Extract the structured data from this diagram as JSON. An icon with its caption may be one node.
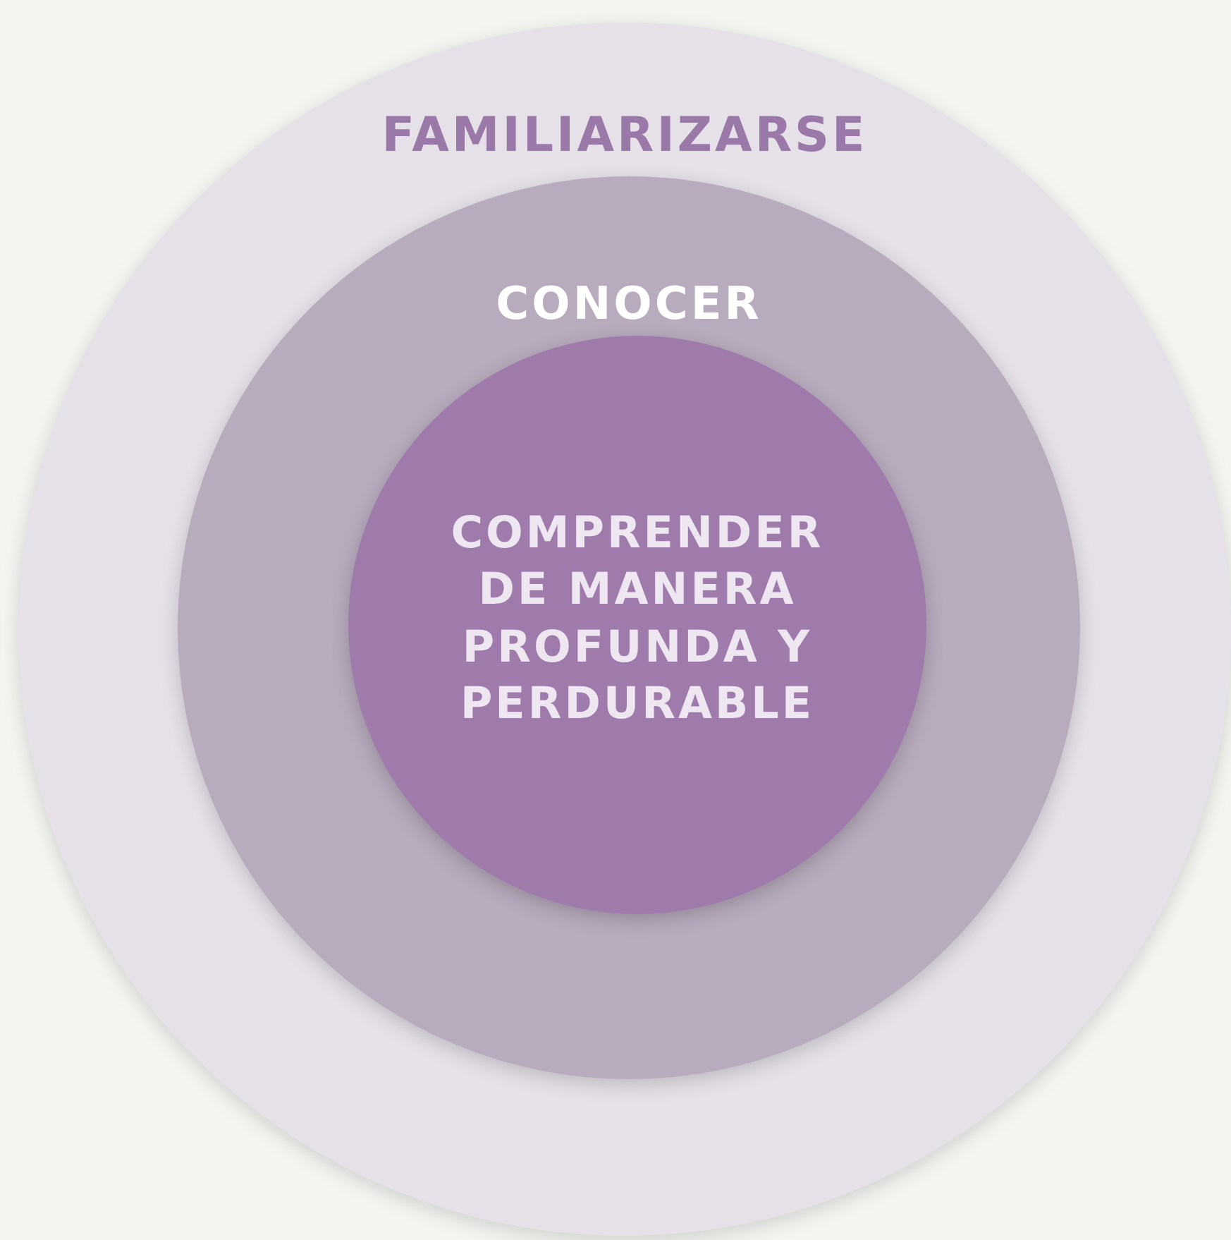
{
  "diagram": {
    "nodes": [
      {
        "text": [
          "FAMILIARIZARSE"
        ]
      },
      {
        "text": [
          "CONOCER"
        ],
        "in": 0
      },
      {
        "text": [
          "COMPRENDER DE MANERA PROFUNDA Y PERDURABLE"
        ],
        "in": 1
      }
    ]
  }
}
